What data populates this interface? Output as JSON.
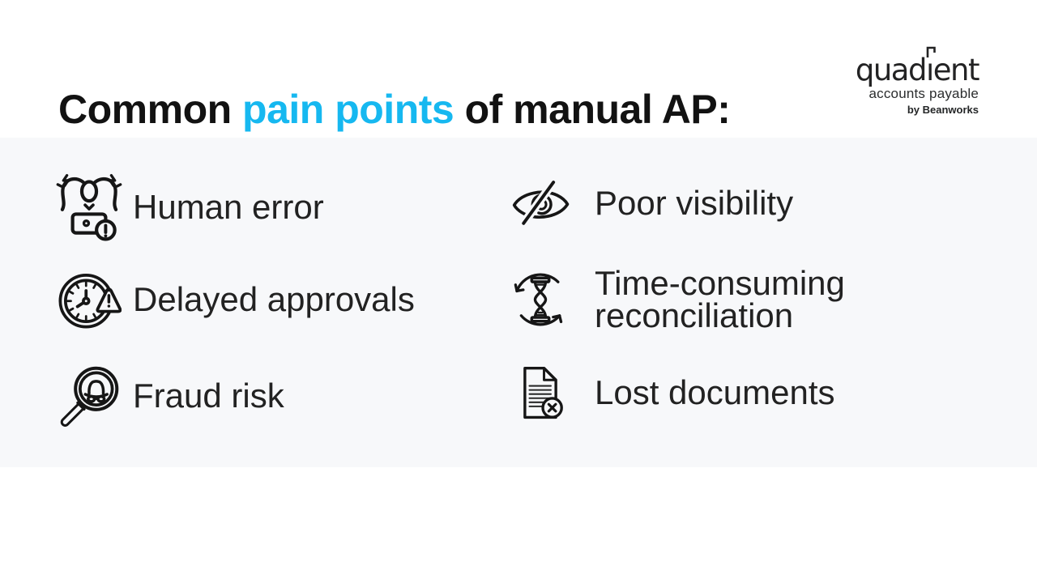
{
  "title": {
    "part1": "Common ",
    "highlight": "pain points",
    "part2": " of manual AP:"
  },
  "logo": {
    "brand_pre": "quad",
    "brand_i": "ı",
    "brand_post": "ent",
    "subtitle": "accounts payable",
    "byline": "by Beanworks"
  },
  "colors": {
    "accent": "#16b8f0",
    "band_background": "#f7f8fa",
    "ink": "#161616"
  },
  "items": [
    {
      "label": "Human error",
      "icon": "stressed-person-laptop"
    },
    {
      "label": "Delayed approvals",
      "icon": "clock-warning"
    },
    {
      "label": "Fraud risk",
      "icon": "magnifier-spy"
    },
    {
      "label": "Poor visibility",
      "icon": "eye-off"
    },
    {
      "label": "Time-consuming reconciliation",
      "lines": [
        "Time-consuming",
        "reconciliation"
      ],
      "icon": "hourglass-cycle"
    },
    {
      "label": "Lost documents",
      "icon": "document-x"
    }
  ]
}
